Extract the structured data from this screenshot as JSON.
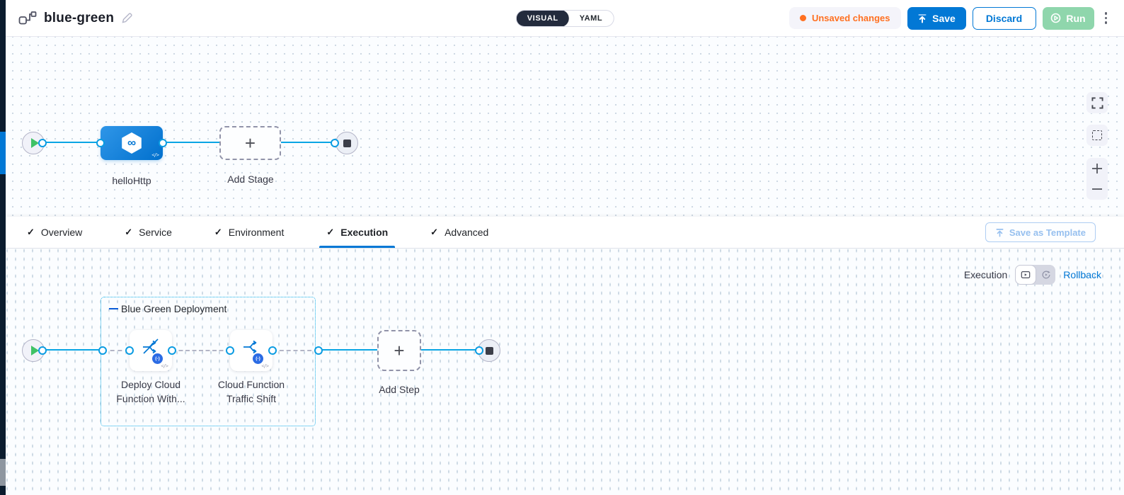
{
  "header": {
    "title": "blue-green",
    "toggle": {
      "visual": "VISUAL",
      "yaml": "YAML"
    },
    "unsaved": "Unsaved changes",
    "save": "Save",
    "discard": "Discard",
    "run": "Run"
  },
  "stages": {
    "stage_name": "helloHttp",
    "add_stage": "Add Stage"
  },
  "tabs": [
    {
      "label": "Overview"
    },
    {
      "label": "Service"
    },
    {
      "label": "Environment"
    },
    {
      "label": "Execution"
    },
    {
      "label": "Advanced"
    }
  ],
  "template_button": "Save as Template",
  "execution": {
    "mode_label": "Execution",
    "rollback": "Rollback",
    "group_label": "Blue Green Deployment",
    "steps": [
      {
        "line1": "Deploy Cloud",
        "line2": "Function With..."
      },
      {
        "line1": "Cloud Function",
        "line2": "Traffic Shift"
      }
    ],
    "add_step": "Add Step"
  },
  "icons": {
    "check": "✓",
    "plus": "+",
    "infinity": "∞",
    "code": "</>",
    "fn_badge": "(-)"
  },
  "colors": {
    "accent": "#0278d5",
    "flow_line": "#0aa5e4",
    "unsaved_orange": "#ff7020",
    "run_green": "#8fd6ac",
    "toggle_navy": "#232b3d"
  }
}
